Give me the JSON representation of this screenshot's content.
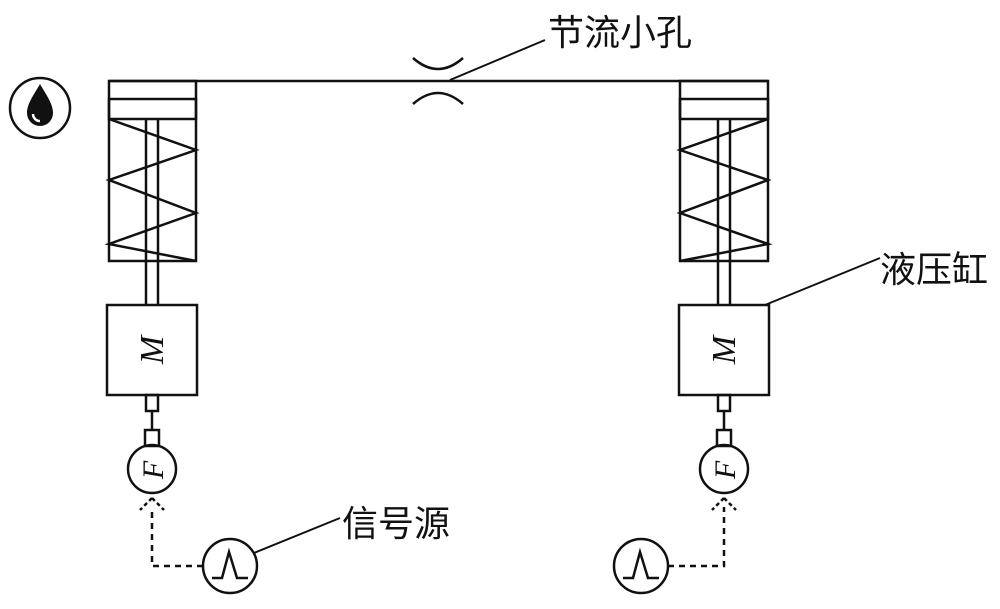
{
  "labels": {
    "orifice": "节流小孔",
    "cylinder": "液压缸",
    "signal_source": "信号源"
  },
  "symbols": {
    "motor": "M",
    "force_sensor": "F"
  },
  "icons": [
    "oil-drop-icon",
    "waveform-icon"
  ],
  "colors": {
    "line": "#111111",
    "background": "#ffffff"
  }
}
